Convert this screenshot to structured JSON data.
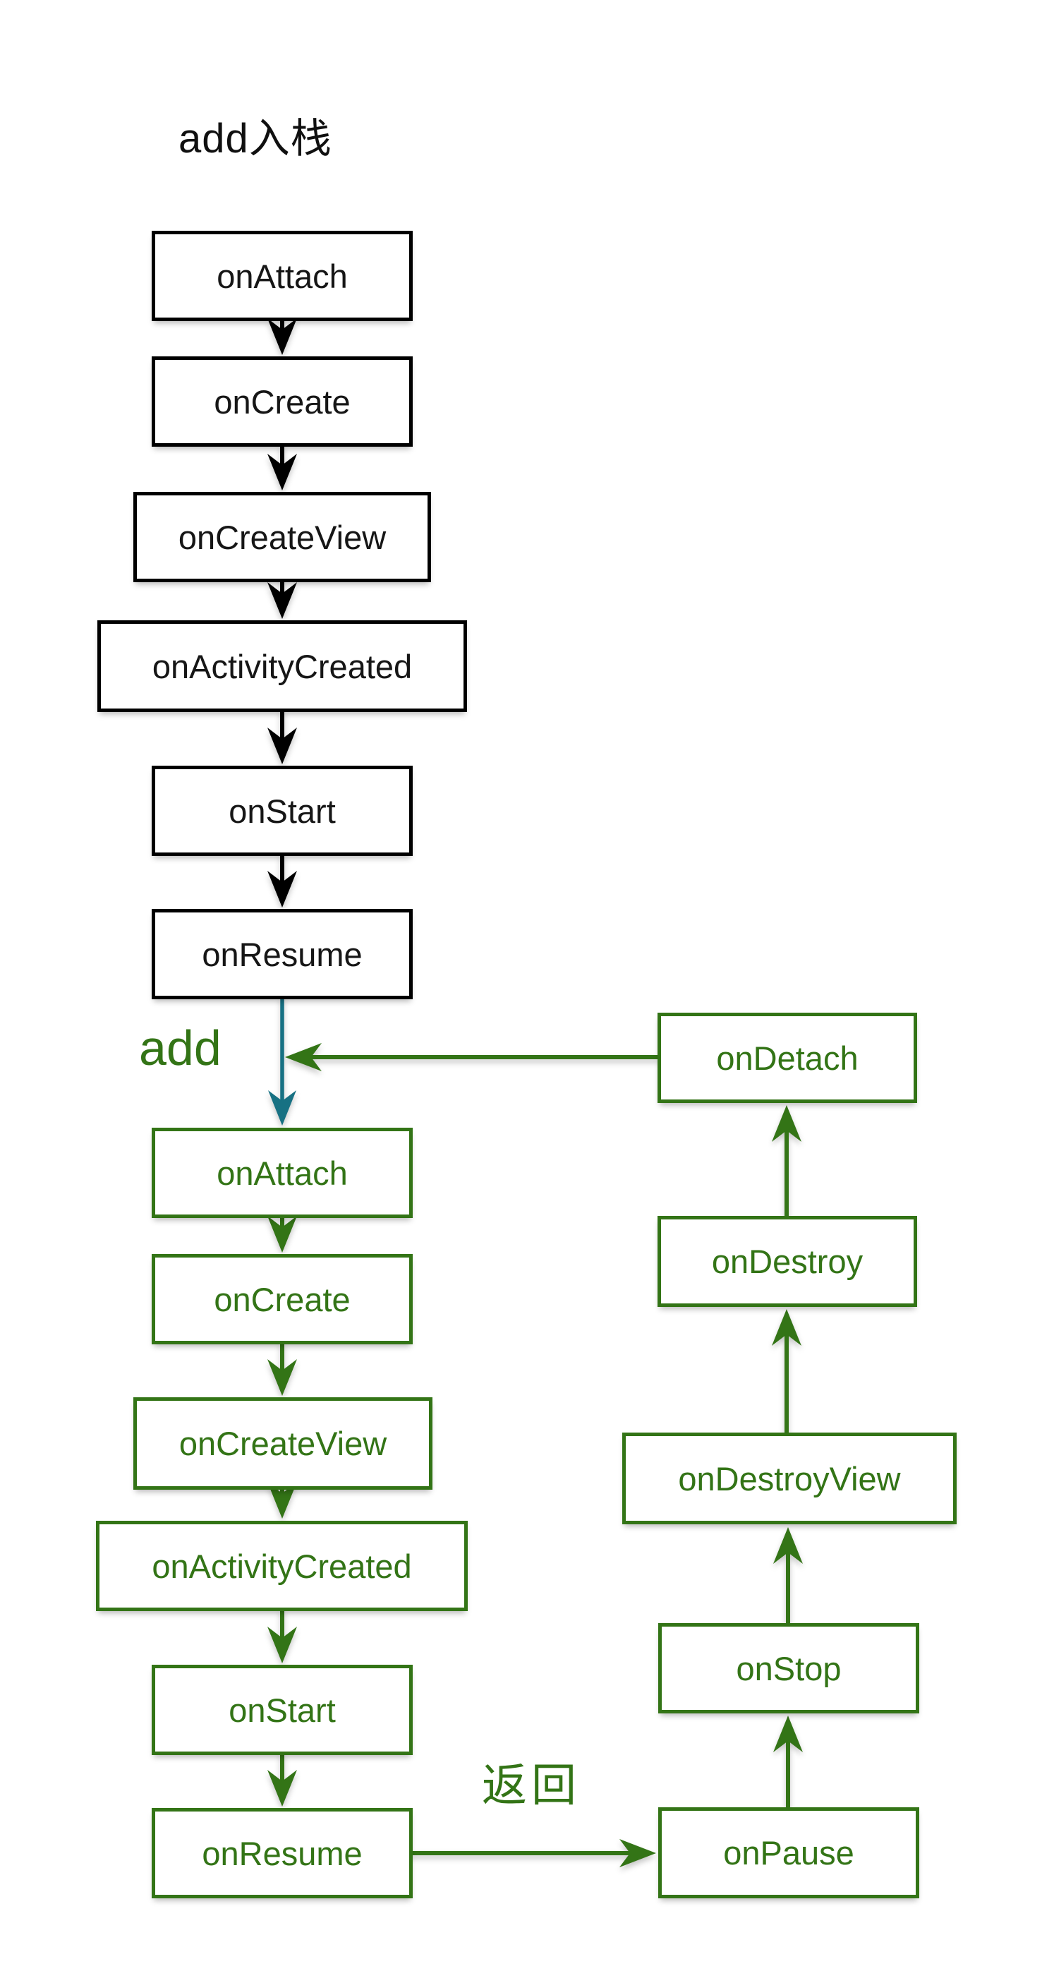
{
  "colors": {
    "green": "#337416",
    "teal": "#177183",
    "ink": "#000000",
    "boxtext": "#161616",
    "bg": "#ffffff"
  },
  "diagram": {
    "title": "add入栈",
    "add_label": "add",
    "back_label": "返回",
    "push_flow": [
      "onAttach",
      "onCreate",
      "onCreateView",
      "onActivityCreated",
      "onStart",
      "onResume"
    ],
    "add_flow": [
      "onAttach",
      "onCreate",
      "onCreateView",
      "onActivityCreated",
      "onStart",
      "onResume"
    ],
    "teardown_flow": [
      "onDetach",
      "onDestroy",
      "onDestroyView",
      "onStop",
      "onPause"
    ]
  }
}
